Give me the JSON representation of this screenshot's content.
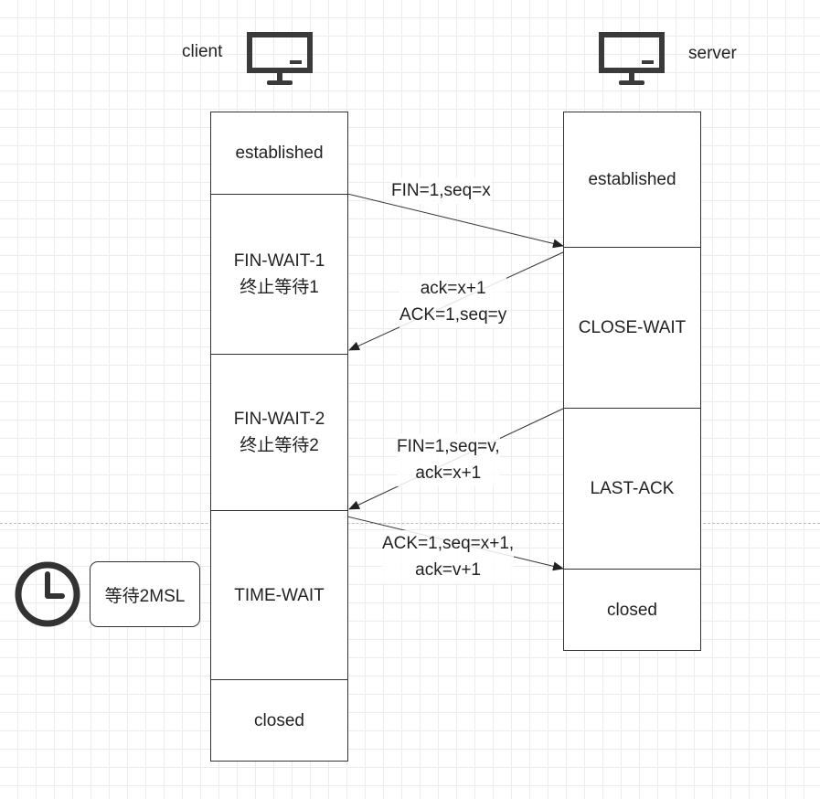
{
  "client": {
    "label": "client",
    "icon": "monitor-icon",
    "states": [
      {
        "name": "established",
        "sub": ""
      },
      {
        "name": "FIN-WAIT-1",
        "sub": "终止等待1"
      },
      {
        "name": "FIN-WAIT-2",
        "sub": "终止等待2"
      },
      {
        "name": "TIME-WAIT",
        "sub": ""
      },
      {
        "name": "closed",
        "sub": ""
      }
    ]
  },
  "server": {
    "label": "server",
    "icon": "monitor-icon",
    "states": [
      {
        "name": "established"
      },
      {
        "name": "CLOSE-WAIT"
      },
      {
        "name": "LAST-ACK"
      },
      {
        "name": "closed"
      }
    ]
  },
  "messages": [
    {
      "lines": [
        "FIN=1,seq=x"
      ]
    },
    {
      "lines": [
        "ack=x+1",
        "ACK=1,seq=y"
      ]
    },
    {
      "lines": [
        "FIN=1,seq=v,",
        "ack=x+1"
      ]
    },
    {
      "lines": [
        "ACK=1,seq=x+1,",
        "ack=v+1"
      ]
    }
  ],
  "timer": {
    "icon": "clock-icon",
    "label": "等待2MSL"
  },
  "colors": {
    "line": "#333333",
    "icon": "#3a3a3a",
    "grid": "#ececec"
  }
}
